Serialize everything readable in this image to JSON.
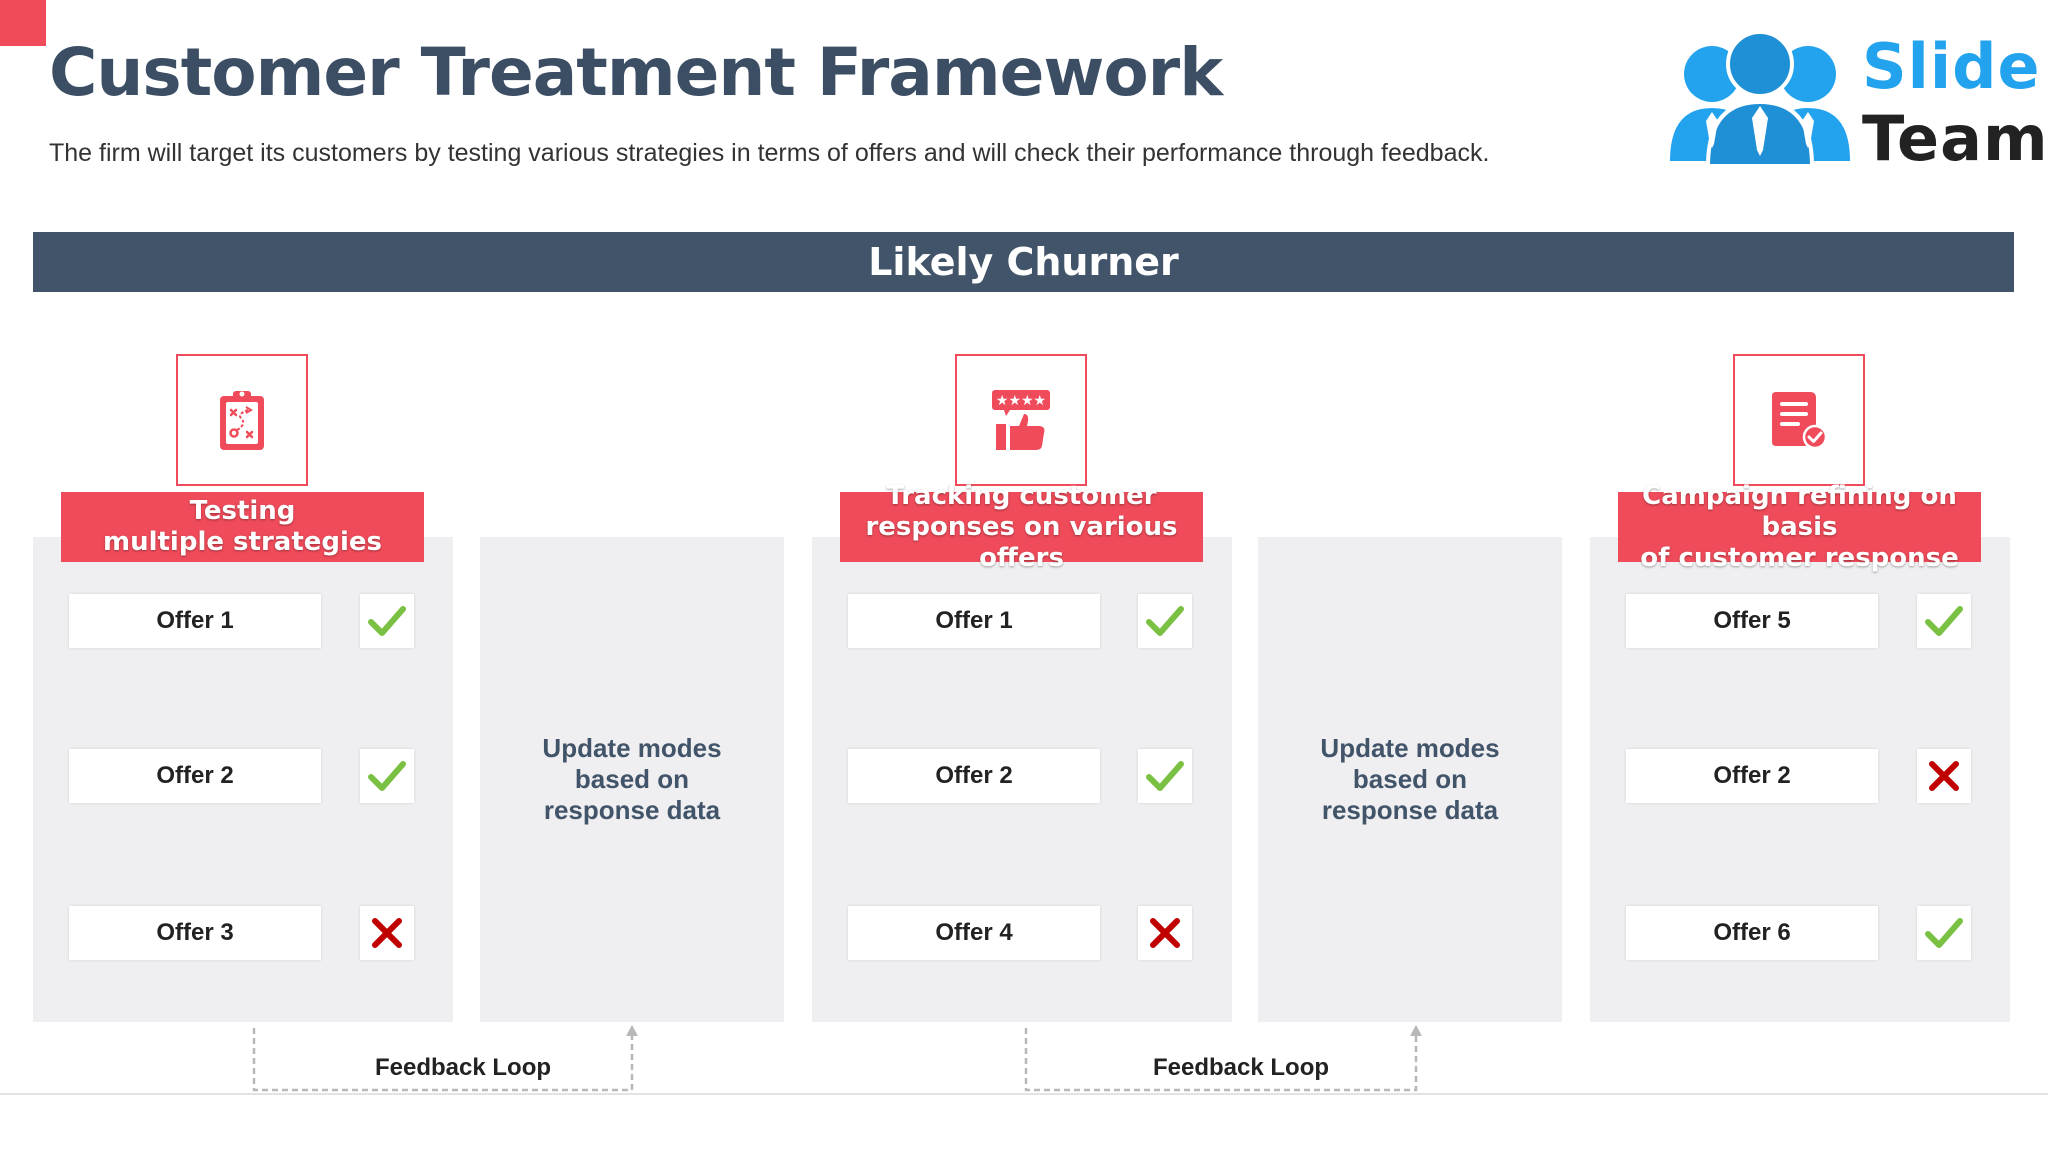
{
  "header": {
    "title": "Customer Treatment Framework",
    "subtitle": "The firm will target its customers by testing various strategies in terms of offers and will check their performance through feedback."
  },
  "logo": {
    "line1": "Slide",
    "line2": "Team"
  },
  "banner": {
    "label": "Likely Churner"
  },
  "stages": [
    {
      "icon": "clipboard-strategy-icon",
      "label_line1": "Testing",
      "label_line2": "multiple strategies",
      "offers": [
        {
          "name": "Offer 1",
          "status": "accepted"
        },
        {
          "name": "Offer 2",
          "status": "accepted"
        },
        {
          "name": "Offer 3",
          "status": "rejected"
        }
      ]
    },
    {
      "icon": "rating-thumbs-up-icon",
      "label_line1": "Tracking customer",
      "label_line2": "responses on various offers",
      "offers": [
        {
          "name": "Offer 1",
          "status": "accepted"
        },
        {
          "name": "Offer 2",
          "status": "accepted"
        },
        {
          "name": "Offer 4",
          "status": "rejected"
        }
      ]
    },
    {
      "icon": "document-check-icon",
      "label_line1": "Campaign refining on basis",
      "label_line2": "of customer response",
      "offers": [
        {
          "name": "Offer 5",
          "status": "accepted"
        },
        {
          "name": "Offer 2",
          "status": "rejected"
        },
        {
          "name": "Offer 6",
          "status": "accepted"
        }
      ]
    }
  ],
  "updates": [
    {
      "line1": "Update modes",
      "line2": "based on",
      "line3": "response data"
    },
    {
      "line1": "Update modes",
      "line2": "based on",
      "line3": "response data"
    }
  ],
  "feedback_loops": [
    {
      "label": "Feedback Loop"
    },
    {
      "label": "Feedback Loop"
    }
  ],
  "colors": {
    "accent": "#ef4b5a",
    "navy": "#425469",
    "check_green": "#7ac143",
    "cross_red": "#c00000",
    "logo_blue": "#23a3ee"
  }
}
